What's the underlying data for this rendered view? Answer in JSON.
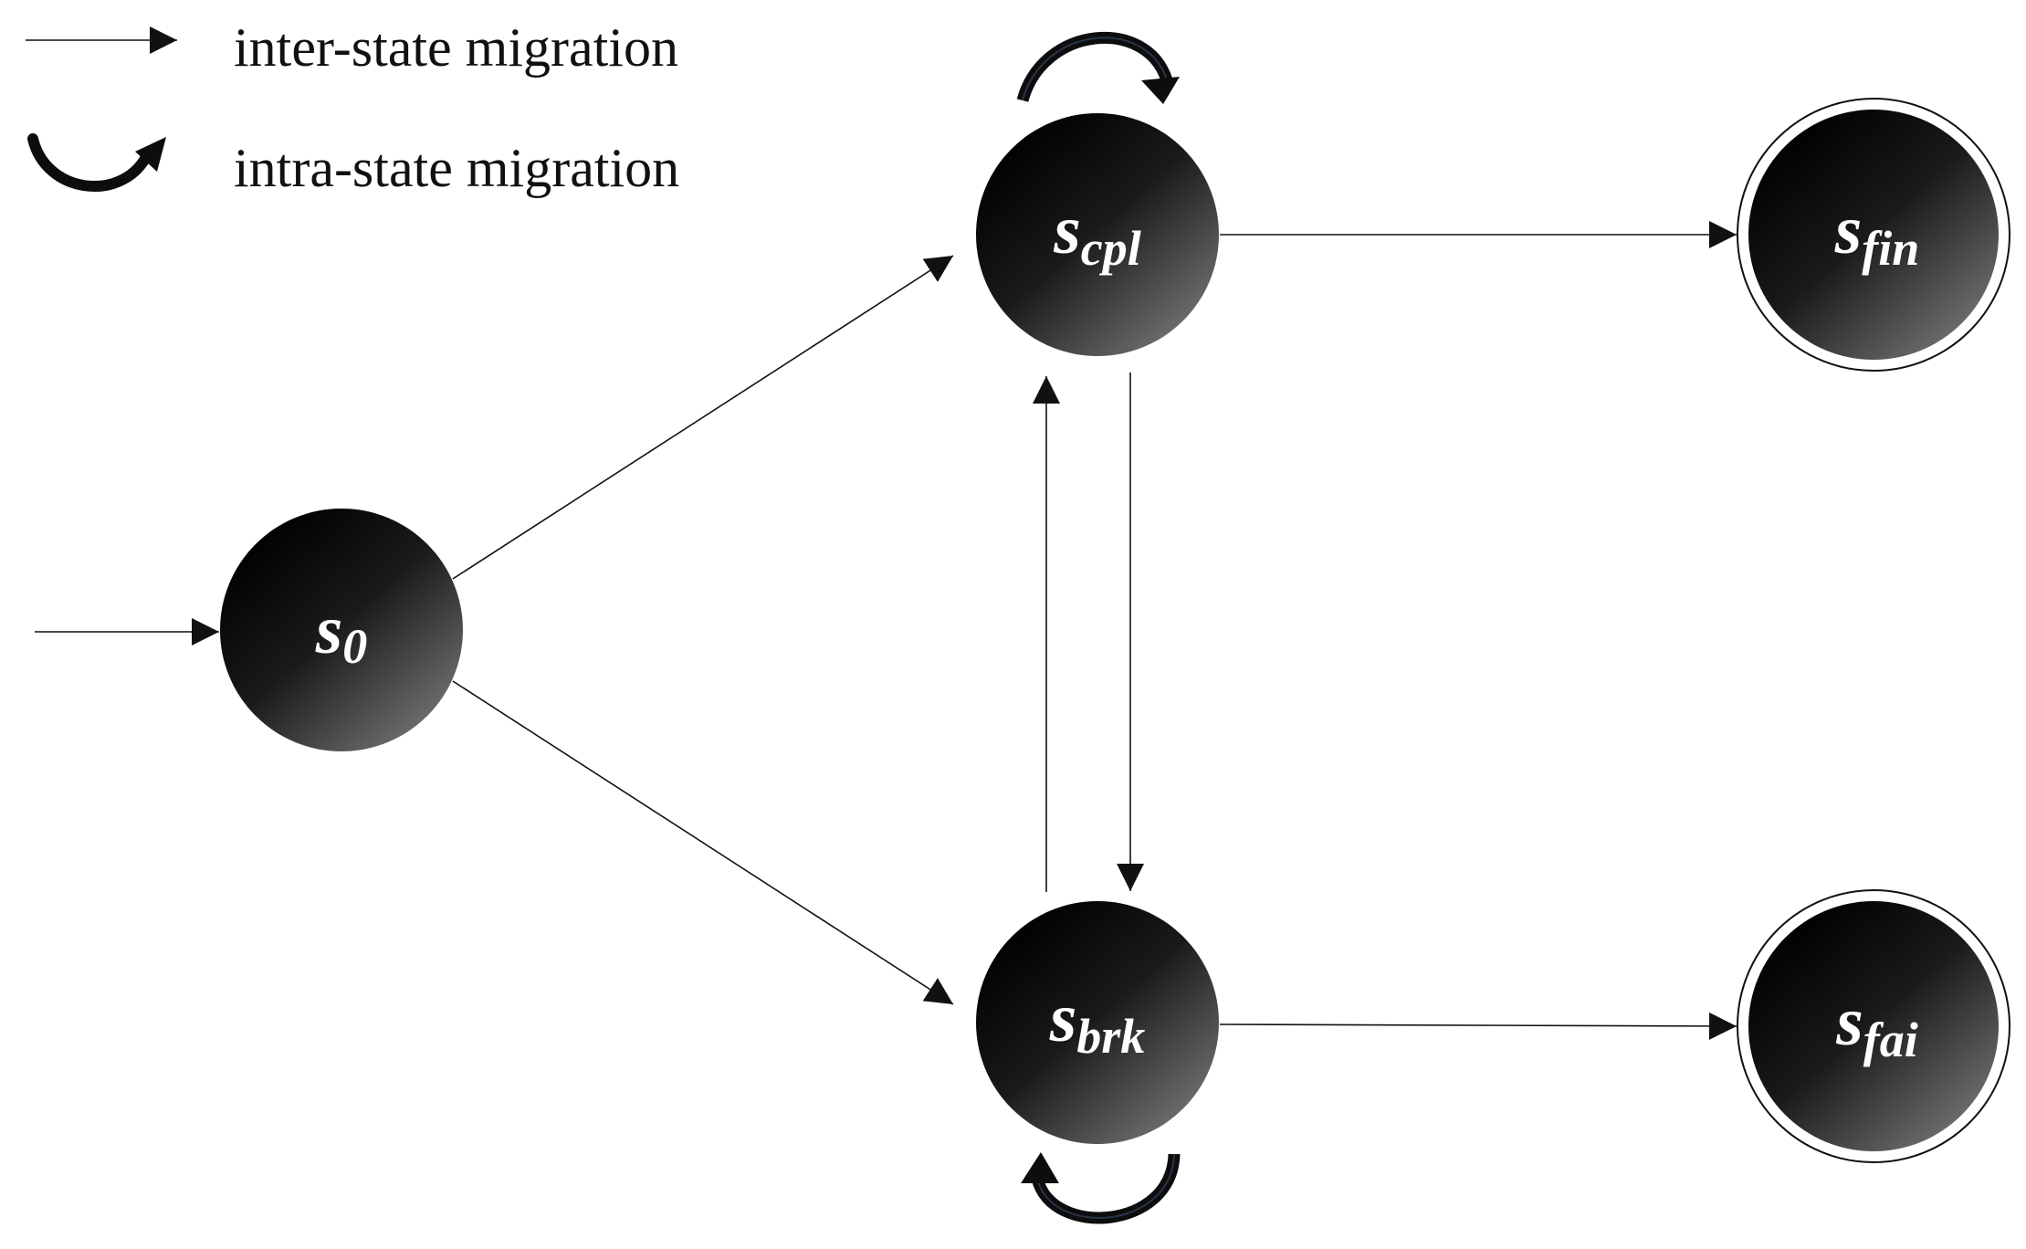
{
  "legend": {
    "inter_label": "inter-state migration",
    "intra_label": "intra-state migration"
  },
  "states": [
    {
      "id": "s0",
      "main": "s",
      "sub": "0"
    },
    {
      "id": "scpl",
      "main": "s",
      "sub": "cpl"
    },
    {
      "id": "sbrk",
      "main": "s",
      "sub": "brk"
    },
    {
      "id": "sfin",
      "main": "s",
      "sub": "fin"
    },
    {
      "id": "sfai",
      "main": "s",
      "sub": "fai"
    }
  ],
  "colors": {
    "node_dark": "#000000",
    "node_light": "#7a7878",
    "line": "#111111",
    "loop_arrow": "#0d0d0d"
  }
}
